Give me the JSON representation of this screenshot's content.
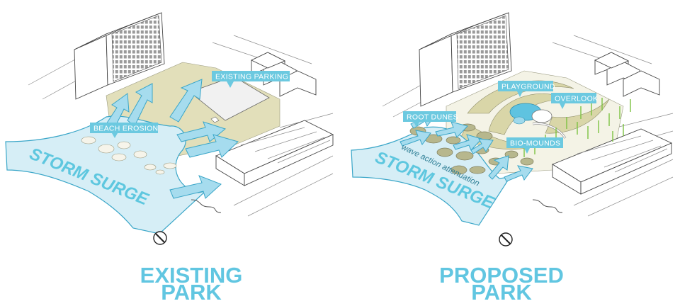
{
  "colors": {
    "water": "#d6eef6",
    "water_stroke": "#3aa6c8",
    "arrow_fill": "#a6dcee",
    "label_bg": "#6cc9e0",
    "sand": "#e2dfba",
    "dune": "#b7b78d",
    "title": "#61c6e1",
    "grass": "#7cc242"
  },
  "existing": {
    "title_line1": "EXISTING",
    "title_line2": "PARK",
    "surge": "STORM SURGE",
    "labels": {
      "beach_erosion": "BEACH EROSION",
      "parking": "EXISTING PARKING"
    }
  },
  "proposed": {
    "title_line1": "PROPOSED",
    "title_line2": "PARK",
    "surge": "STORM SURGE",
    "wave": "wave action attenuation",
    "labels": {
      "root_dunes": "ROOT DUNES",
      "playground": "PLAYGROUND",
      "overlook": "OVERLOOK",
      "bio_mounds": "BIO-MOUNDS"
    }
  },
  "icons": {
    "compass_left": "north-arrow-icon",
    "compass_right": "north-arrow-icon"
  }
}
